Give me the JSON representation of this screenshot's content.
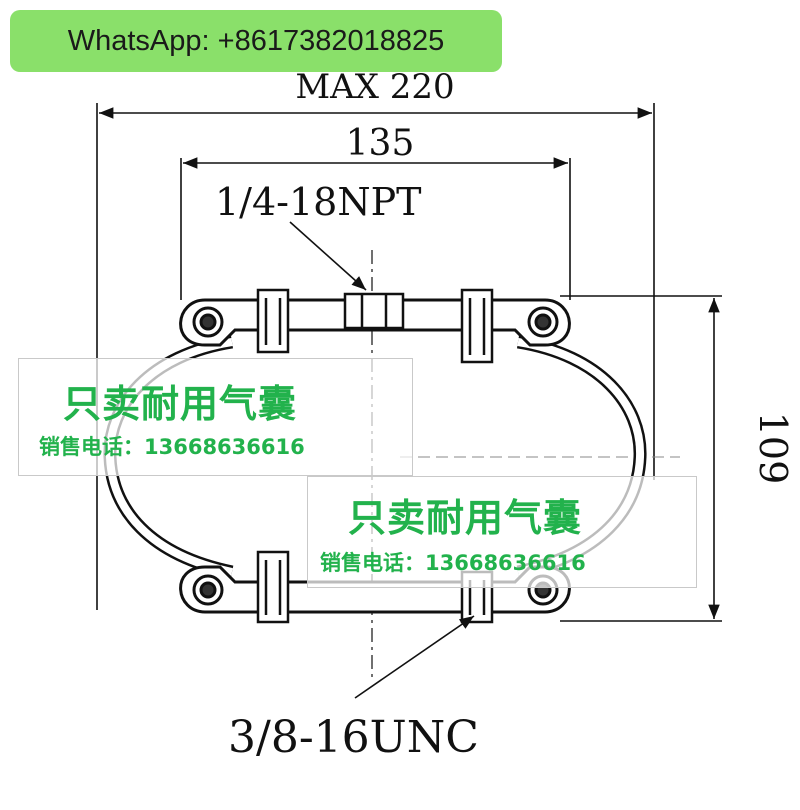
{
  "watermark_top": {
    "text": "WhatsApp: +8617382018825",
    "background": "#8ae06a"
  },
  "dimensions": {
    "overall_width": "MAX 220",
    "mount_width": "135",
    "height": "109"
  },
  "labels": {
    "top_port": "1/4-18NPT",
    "bottom_thread": "3/8-16UNC"
  },
  "watermarks": [
    {
      "title": "只卖耐用气囊",
      "subtitle": "销售电话：13668636616"
    },
    {
      "title": "只卖耐用气囊",
      "subtitle": "销售电话：13668636616"
    }
  ],
  "colors": {
    "line": "#111111",
    "watermark_text": "#22b24c"
  }
}
